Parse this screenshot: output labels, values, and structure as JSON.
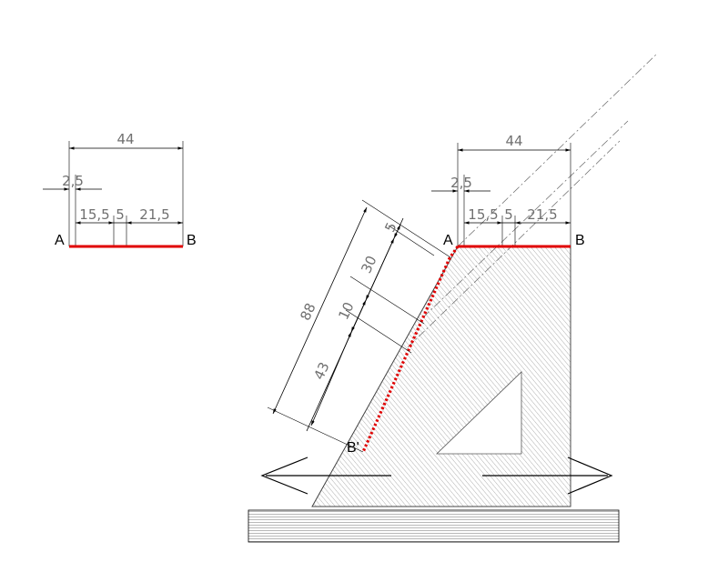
{
  "colors": {
    "segment": "#e00000",
    "dimension_text": "#707070",
    "line": "#000000",
    "hatch": "#9a9a9a"
  },
  "left_view": {
    "point_a": "A",
    "point_b": "B",
    "dim_total": "44",
    "dim_offset": "2,5",
    "dim_left": "15,5",
    "dim_mid": "5",
    "dim_right": "21,5"
  },
  "right_view": {
    "point_a": "A",
    "point_b": "B",
    "point_b_prime": "B'",
    "dim_total": "44",
    "dim_offset": "2,5",
    "dim_left": "15,5",
    "dim_mid": "5",
    "dim_right": "21,5",
    "slant_total": "88",
    "slant_1": "5",
    "slant_2": "30",
    "slant_3": "10",
    "slant_4": "43"
  },
  "icons": {
    "left_arrow": "arrow-left-icon",
    "right_arrow": "arrow-right-icon"
  }
}
